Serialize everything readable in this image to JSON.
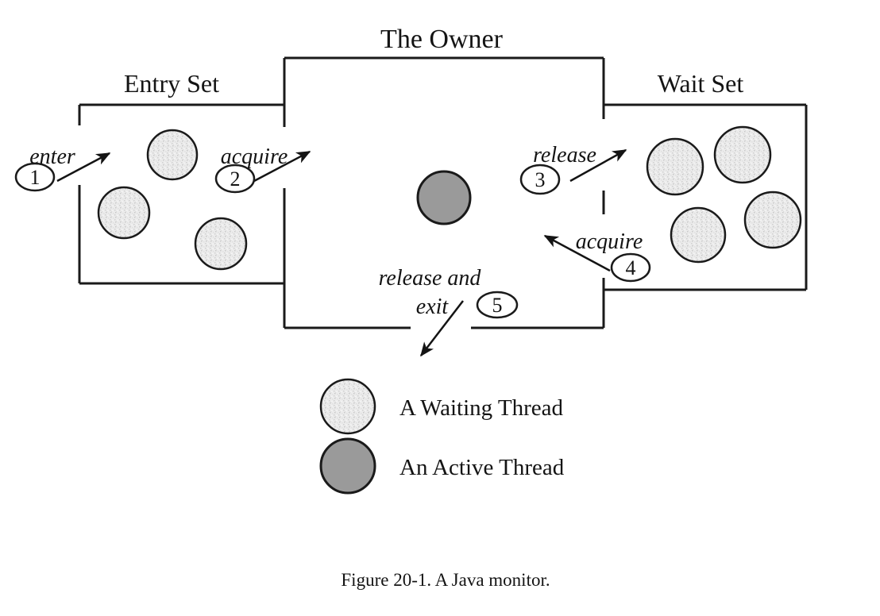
{
  "figure": {
    "caption": "Figure 20-1. A Java monitor."
  },
  "monitor": {
    "owner": {
      "label": "The Owner",
      "active_thread_count": 1
    },
    "entry_set": {
      "label": "Entry Set",
      "waiting_thread_count": 3
    },
    "wait_set": {
      "label": "Wait Set",
      "waiting_thread_count": 4
    },
    "transitions": [
      {
        "step": "1",
        "label": "enter",
        "from": "outside",
        "to": "entry-set"
      },
      {
        "step": "2",
        "label": "acquire",
        "from": "entry-set",
        "to": "owner"
      },
      {
        "step": "3",
        "label": "release",
        "from": "owner",
        "to": "wait-set"
      },
      {
        "step": "4",
        "label": "acquire",
        "from": "wait-set",
        "to": "owner"
      },
      {
        "step": "5",
        "label": "release and exit",
        "label_lines": [
          "release and",
          "exit"
        ],
        "from": "owner",
        "to": "outside"
      }
    ],
    "legend": [
      {
        "key": "waiting",
        "label": "A Waiting Thread"
      },
      {
        "key": "active",
        "label": "An Active Thread"
      }
    ],
    "colors": {
      "line": "#1a1a1a",
      "waiting_thread_fill": "#ececec",
      "active_thread_fill": "#9a9a9a",
      "background": "#ffffff"
    }
  }
}
